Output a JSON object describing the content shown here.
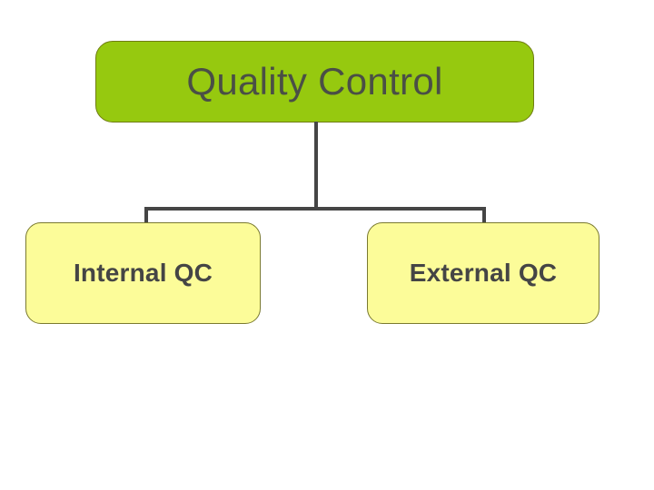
{
  "diagram": {
    "type": "org-chart",
    "title": "Quality Control",
    "background_color": "#ffffff",
    "root": {
      "label": "Quality Control",
      "fill_color": "#96c90f",
      "border_color": "#6f7d12",
      "text_color": "#4a4f46"
    },
    "children": [
      {
        "label": "Internal QC",
        "fill_color": "#fcfc99",
        "border_color": "#7a7a30",
        "text_color": "#454545"
      },
      {
        "label": "External QC",
        "fill_color": "#fcfc99",
        "border_color": "#7a7a30",
        "text_color": "#454545"
      }
    ],
    "connector_color": "#454545"
  }
}
